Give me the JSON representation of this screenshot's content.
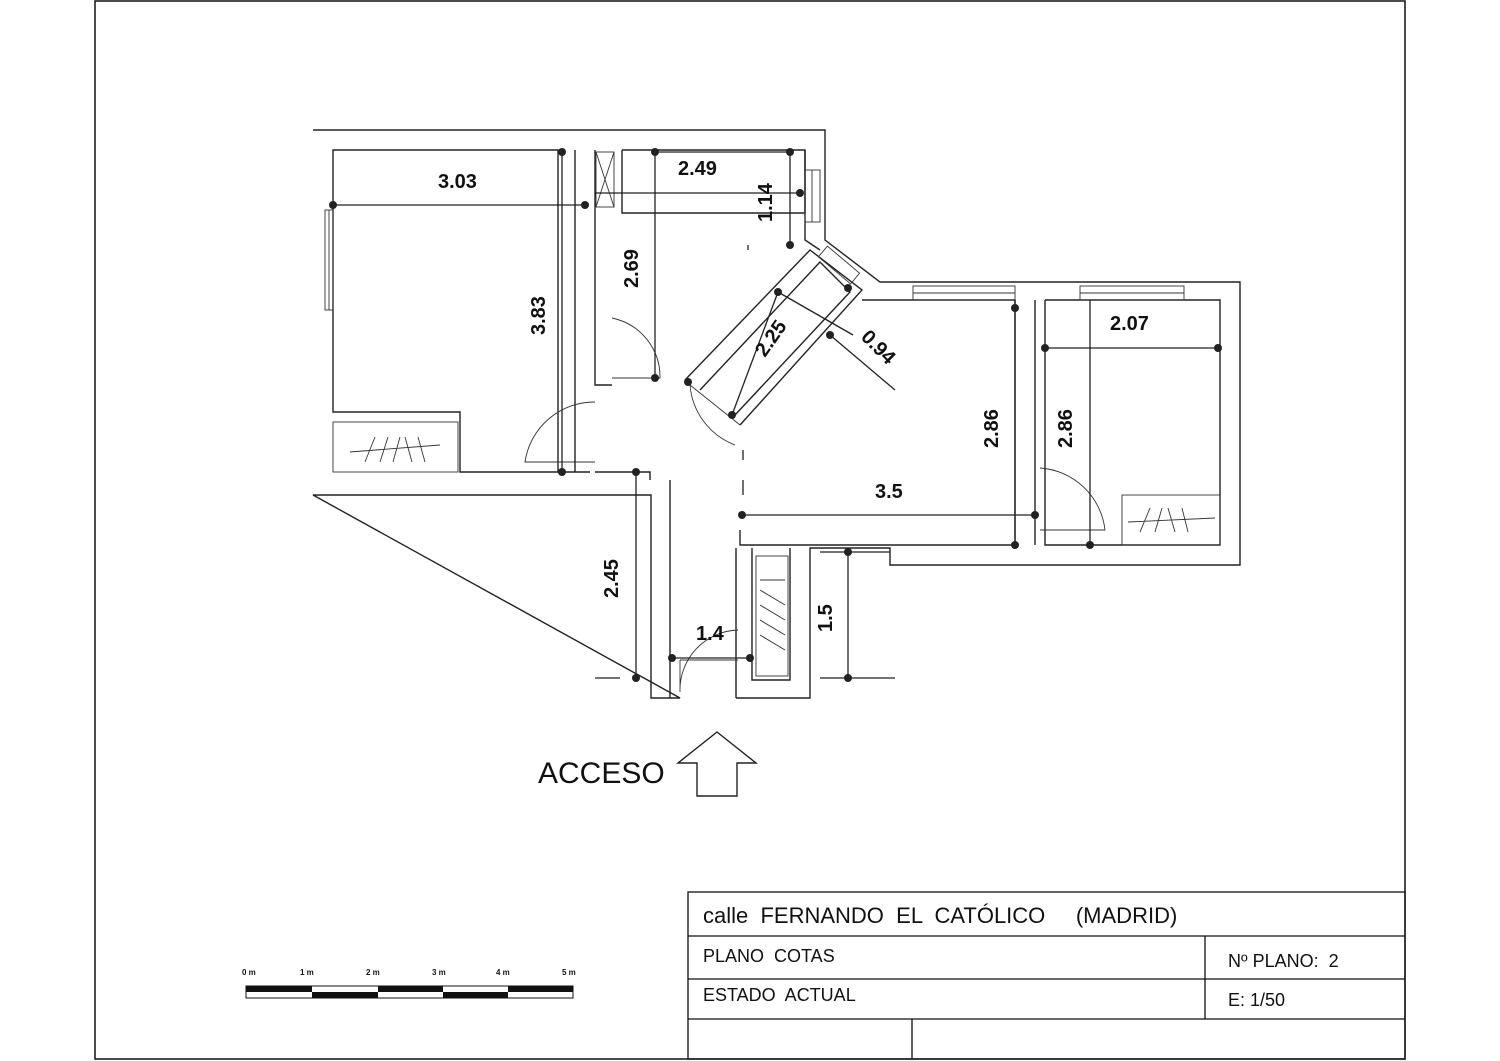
{
  "frame": {
    "border_color": "#000000"
  },
  "dimensions": {
    "d_303": "3.03",
    "d_249": "2.49",
    "d_114": "1.14",
    "d_269": "2.69",
    "d_383": "3.83",
    "d_225": "2.25",
    "d_094": "0.94",
    "d_207": "2.07",
    "d_286a": "2.86",
    "d_286b": "2.86",
    "d_35": "3.5",
    "d_245": "2.45",
    "d_14": "1.4",
    "d_15": "1.5"
  },
  "access": {
    "label": "ACCESO",
    "arrow_icon": "up-arrow-icon"
  },
  "title_block": {
    "address": "calle  FERNANDO  EL  CATÓLICO     (MADRID)",
    "plan_name": "PLANO  COTAS",
    "state": "ESTADO  ACTUAL",
    "plan_number": "Nº PLANO:  2",
    "scale": "E: 1/50"
  },
  "scale_bar": {
    "labels": [
      "0 m",
      "1 m",
      "2 m",
      "3 m",
      "4 m",
      "5 m"
    ]
  }
}
